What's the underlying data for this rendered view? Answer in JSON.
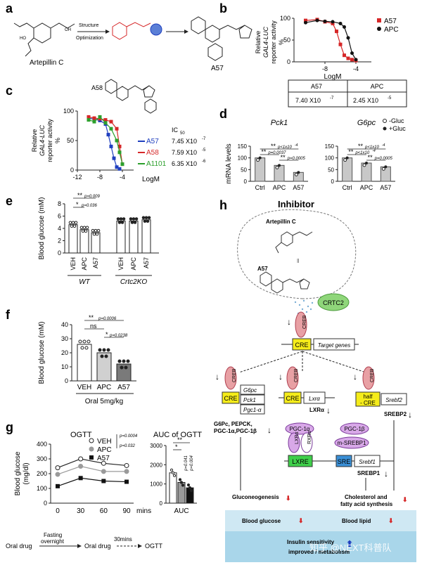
{
  "panel_letters": {
    "a": "a",
    "b": "b",
    "c": "c",
    "d": "d",
    "e": "e",
    "f": "f",
    "g": "g",
    "h": "h"
  },
  "panel_a": {
    "start_compound": "Artepillin C",
    "arrow_label_1": "Structure",
    "arrow_label_2": "Optimization",
    "product": "A57",
    "small_label_1": "HO",
    "small_label_2": "OH"
  },
  "panel_c": {
    "compound_label": "A58",
    "ic50_header": "IC",
    "ic50_sub": "50",
    "ic50_values": [
      "7.45 X10",
      "7.59 X10",
      "6.35 X10"
    ],
    "ic50_exps": [
      "-7",
      "-5",
      "-6"
    ]
  },
  "panel_b_table": {
    "headers": [
      "A57",
      "APC"
    ],
    "values": [
      "7.40 X10",
      "2.45 X10"
    ],
    "exps": [
      "-7",
      "-5"
    ]
  },
  "panel_d": {
    "titles": [
      "Pck1",
      "G6pc"
    ],
    "legend": [
      "-Gluc",
      "+Gluc"
    ],
    "p_left": [
      "p<1x10",
      "p=0.0037",
      "p=0.0005"
    ],
    "p_left_exp": [
      "-4",
      "",
      ""
    ],
    "p_right": [
      "p<1x10",
      "p<1x10",
      "p=0.0005"
    ],
    "p_right_exp": [
      "-4",
      "-4",
      ""
    ]
  },
  "panel_e": {
    "p_top": "p=0.009",
    "p_mid": "p=0.036",
    "groups": [
      "WT",
      "Crtc2KO"
    ]
  },
  "panel_f": {
    "p_vals": [
      "p=0.0006",
      "p=0.0238"
    ],
    "ns": "ns",
    "xtitle": "Oral 5mg/kg"
  },
  "panel_g": {
    "title_left": "OGTT",
    "title_right": "AUC of OGTT",
    "p_vals": [
      "p=0.0004",
      "p=0.032"
    ],
    "auc_p": [
      "p=0.041",
      "p=0.004"
    ],
    "xunit": "mins",
    "auc_label": "AUC",
    "timeline": [
      "Oral drug",
      "Fasting",
      "overnight",
      "Oral drug",
      "30mins",
      "OGTT"
    ]
  },
  "panel_h": {
    "title": "Inhibitor",
    "artepillin": "Artepillin C",
    "a57": "A57",
    "crtc2": "CRTC2",
    "creb": "CREB",
    "cre": "CRE",
    "target_genes": "Target genes",
    "left_genes": [
      "G6pc",
      "Pck1",
      "Pgc1-α"
    ],
    "left_out_1": "G6Pc, PEPCK,",
    "left_out_2": "PGC-1α,PGC-1β",
    "mid_gene": "Lxrα",
    "mid_out": "LXRα",
    "right_cre_1": "half",
    "right_cre_2": "- CRE",
    "right_gene": "Srebf2",
    "right_out": "SREBP2",
    "pgc1a": "PGC-1α",
    "pgc1b": "PGC-1β",
    "lxra": "LXRα",
    "rxra": "RXRα",
    "msrebp1": "m-SREBP1",
    "lxre": "LXRE",
    "sre": "SRE",
    "srebf1": "Srebf1",
    "srebp1": "SREBP1",
    "gluconeo": "Gluconeogenesis",
    "chol_1": "Cholesterol  and",
    "chol_2": "fatty acid synthesis",
    "blood_glucose": "Blood glucose",
    "blood_lipid": "Blood lipid",
    "insulin_1": "Insulin sensitivity",
    "insulin_2": "improved / metabolism",
    "watermark": "知乎 @NEXT科普队"
  },
  "chart_data": [
    {
      "id": "b",
      "type": "line",
      "xlabel": "LogM",
      "ylabel": "Relative GAL4-LUC reporter activity %",
      "xlim": [
        -12,
        -2
      ],
      "ylim": [
        0,
        100
      ],
      "xticks": [
        -8,
        -4
      ],
      "yticks": [
        0,
        50,
        100
      ],
      "legend": "top-right",
      "series": [
        {
          "name": "A57",
          "color": "#d62728",
          "marker": "square",
          "x": [
            -10.5,
            -9,
            -8,
            -7,
            -6.5,
            -6,
            -5.5,
            -5,
            -4.5,
            -4
          ],
          "y": [
            95,
            97,
            92,
            88,
            70,
            40,
            15,
            8,
            5,
            3
          ]
        },
        {
          "name": "APC",
          "color": "#111111",
          "marker": "circle",
          "x": [
            -10.5,
            -9,
            -8,
            -7,
            -6,
            -5.5,
            -5,
            -4.5,
            -4
          ],
          "y": [
            90,
            95,
            93,
            92,
            88,
            80,
            55,
            20,
            5
          ]
        }
      ]
    },
    {
      "id": "c",
      "type": "line",
      "xlabel": "LogM",
      "ylabel": "Relative GAL4-LUC reporter activity %",
      "xlim": [
        -12,
        -2
      ],
      "ylim": [
        0,
        100
      ],
      "xticks": [
        -12,
        -8,
        -4
      ],
      "yticks": [
        0,
        50,
        100
      ],
      "legend": "right",
      "series": [
        {
          "name": "A57",
          "color": "#1f3fbf",
          "marker": "square",
          "x": [
            -10,
            -9,
            -8,
            -7,
            -6.5,
            -6,
            -5.5,
            -5,
            -4.5
          ],
          "y": [
            88,
            86,
            84,
            78,
            60,
            40,
            20,
            5,
            2
          ]
        },
        {
          "name": "A58",
          "color": "#d62728",
          "marker": "square",
          "x": [
            -10,
            -9,
            -8,
            -7,
            -6,
            -5,
            -4.5,
            -4
          ],
          "y": [
            90,
            88,
            87,
            85,
            82,
            70,
            40,
            10
          ]
        },
        {
          "name": "A1101",
          "color": "#2ca02c",
          "marker": "square",
          "x": [
            -10,
            -9,
            -8,
            -7,
            -6,
            -5,
            -4.5,
            -4
          ],
          "y": [
            85,
            82,
            90,
            80,
            70,
            50,
            30,
            10
          ]
        }
      ]
    },
    {
      "id": "d-pck1",
      "type": "bar",
      "title": "Pck1",
      "ylabel": "mRNA levels",
      "categories": [
        "Ctrl",
        "APC",
        "A57"
      ],
      "ylim": [
        0,
        150
      ],
      "yticks": [
        0,
        50,
        100,
        150
      ],
      "series": [
        {
          "name": "+Gluc",
          "values": [
            100,
            68,
            38
          ]
        }
      ]
    },
    {
      "id": "d-g6pc",
      "type": "bar",
      "title": "G6pc",
      "categories": [
        "Ctrl",
        "APC",
        "A57"
      ],
      "ylim": [
        0,
        150
      ],
      "yticks": [
        0,
        50,
        100,
        150
      ],
      "series": [
        {
          "name": "+Gluc",
          "values": [
            100,
            78,
            62
          ]
        }
      ]
    },
    {
      "id": "e",
      "type": "bar",
      "ylabel": "Blood glucose (mM)",
      "categories": [
        "VEH",
        "APC",
        "A57",
        "VEH",
        "APC",
        "A57"
      ],
      "groups": [
        "WT",
        "WT",
        "WT",
        "Crtc2KO",
        "Crtc2KO",
        "Crtc2KO"
      ],
      "ylim": [
        0,
        8
      ],
      "yticks": [
        0,
        2,
        4,
        6,
        8
      ],
      "values": [
        4.6,
        3.8,
        3.3,
        5.2,
        5.2,
        5.4
      ]
    },
    {
      "id": "f",
      "type": "bar",
      "ylabel": "Blood glucose (mM)",
      "categories": [
        "VEH",
        "APC",
        "A57"
      ],
      "xlabel": "Oral 5mg/kg",
      "ylim": [
        0,
        40
      ],
      "yticks": [
        0,
        10,
        20,
        30,
        40
      ],
      "values": [
        26,
        20,
        12
      ]
    },
    {
      "id": "g-ogtt",
      "type": "line",
      "title": "OGTT",
      "ylabel": "Blood glucose (mg/dl)",
      "xlabel": "mins",
      "x": [
        0,
        30,
        60,
        90
      ],
      "ylim": [
        0,
        400
      ],
      "yticks": [
        0,
        100,
        200,
        300,
        400
      ],
      "series": [
        {
          "name": "VEH",
          "marker": "open-circle",
          "values": [
            240,
            300,
            270,
            255
          ]
        },
        {
          "name": "APC",
          "marker": "grey-circle",
          "values": [
            195,
            250,
            215,
            215
          ]
        },
        {
          "name": "A57",
          "marker": "black-square",
          "values": [
            115,
            170,
            150,
            145
          ]
        }
      ]
    },
    {
      "id": "g-auc",
      "type": "bar",
      "title": "AUC of OGTT",
      "xlabel": "AUC",
      "ylim": [
        0,
        3000
      ],
      "yticks": [
        0,
        1000,
        2000,
        3000
      ],
      "values": [
        1580,
        1080,
        800
      ]
    }
  ]
}
